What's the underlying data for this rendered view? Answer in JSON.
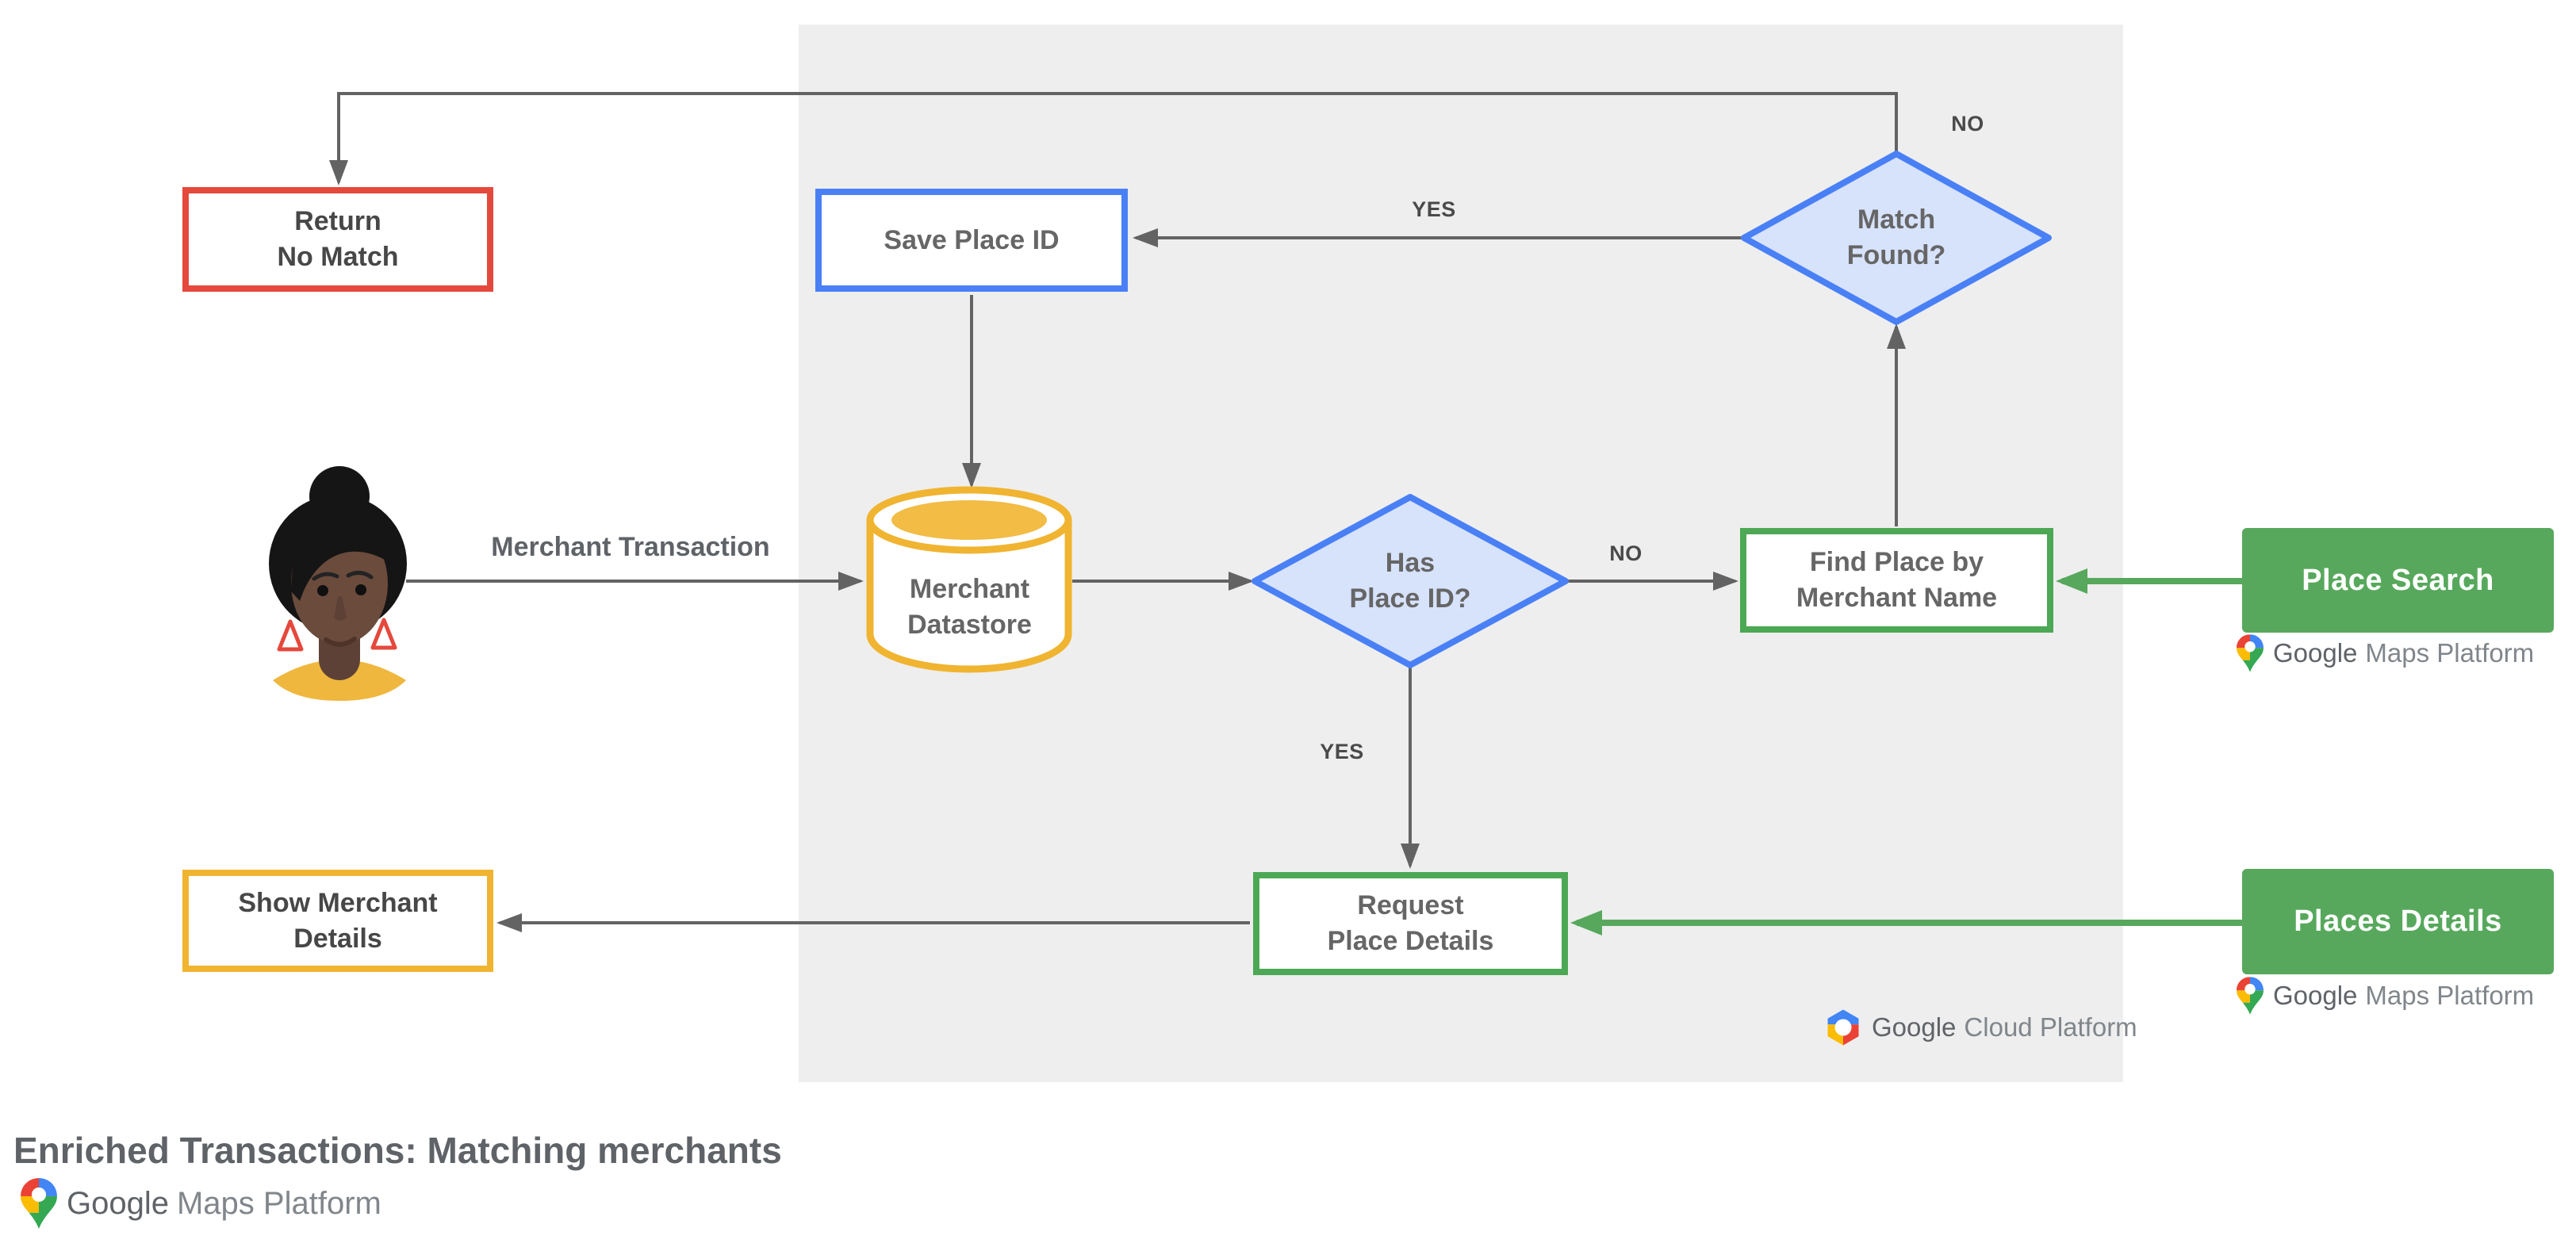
{
  "title": "Enriched Transactions: Matching merchants",
  "nodes": {
    "returnNoMatch": {
      "label": "Return\nNo Match",
      "type": "output",
      "borderColor": "#E5483C"
    },
    "savePlaceId": {
      "label": "Save Place ID",
      "type": "process",
      "borderColor": "#4A80F5"
    },
    "matchFound": {
      "label": "Match\nFound?",
      "type": "decision"
    },
    "merchantDatastore": {
      "label": "Merchant\nDatastore",
      "type": "datastore",
      "color": "#F0B431"
    },
    "hasPlaceId": {
      "label": "Has\nPlace ID?",
      "type": "decision"
    },
    "findPlaceByMerchantName": {
      "label": "Find Place by\nMerchant Name",
      "type": "process",
      "borderColor": "#4CA854"
    },
    "placeSearch": {
      "label": "Place Search",
      "type": "api",
      "fill": "#57A85C"
    },
    "requestPlaceDetails": {
      "label": "Request\nPlace Details",
      "type": "process",
      "borderColor": "#4CA854"
    },
    "placesDetails": {
      "label": "Places Details",
      "type": "api",
      "fill": "#57A85C"
    },
    "showMerchantDetails": {
      "label": "Show Merchant\nDetails",
      "type": "output",
      "borderColor": "#F0B431"
    }
  },
  "edgeLabels": {
    "merchantTransaction": "Merchant Transaction",
    "matchFoundYes": "YES",
    "matchFoundNo": "NO",
    "hasPlaceIdNo": "NO",
    "hasPlaceIdYes": "YES"
  },
  "logos": {
    "gcp": {
      "google": "Google",
      "product": "Cloud Platform"
    },
    "gmp": {
      "google": "Google",
      "product": "Maps Platform"
    }
  },
  "icons": {
    "mapsPin": "google-maps-pin-icon",
    "gcpHexagon": "google-cloud-hexagon-icon",
    "user": "merchant-user-avatar"
  },
  "colors": {
    "red": "#E5483C",
    "blue": "#4A80F5",
    "blueFill": "#D7E2FB",
    "yellow": "#F0B431",
    "yellowFill": "#F2BC45",
    "green": "#57A85C",
    "greenBorder": "#4CA854",
    "arrow": "#636363",
    "panel": "#EEEEEE",
    "textGray": "#5F6368",
    "textDark": "#474747",
    "googleRed": "#EA4335",
    "googleBlue": "#4285F4",
    "googleYellow": "#FBBC04",
    "googleGreen": "#34A853"
  }
}
